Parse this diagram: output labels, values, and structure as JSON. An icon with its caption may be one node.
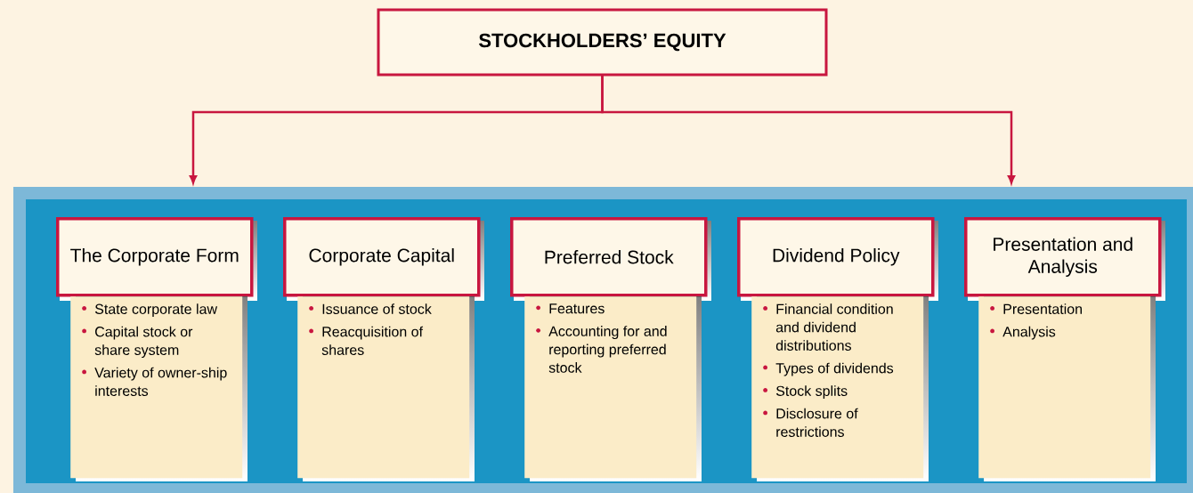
{
  "diagram": {
    "nodes": [
      {
        "text": [
          "STOCKHOLDERS’ EQUITY"
        ]
      },
      {
        "text": [],
        "shape": "box"
      },
      {
        "text": [
          "The Corporate Form"
        ],
        "in": 1
      },
      {
        "text": [
          "State corporate law",
          "Capital stock or share system",
          "Variety of owner-ship interests"
        ],
        "in": 1
      },
      {
        "text": [
          "Corporate Capital"
        ],
        "in": 1
      },
      {
        "text": [
          "Issuance of stock",
          "Reacquisition of shares"
        ],
        "in": 1
      },
      {
        "text": [
          "Preferred Stock"
        ],
        "in": 1
      },
      {
        "text": [
          "Features",
          "Accounting for and reporting preferred stock"
        ],
        "in": 1
      },
      {
        "text": [
          "Dividend Policy"
        ],
        "in": 1
      },
      {
        "text": [
          "Financial condition and dividend distributions",
          "Types of dividends",
          "Stock splits",
          "Disclosure of restrictions"
        ],
        "in": 1
      },
      {
        "text": [
          "Presentation and Analysis"
        ],
        "in": 1
      },
      {
        "text": [
          "Presentation",
          "Analysis"
        ],
        "in": 1
      }
    ],
    "edges": [
      {
        "from": 0,
        "to": 1,
        "arrow": "to"
      },
      {
        "from": 0,
        "to": 1,
        "arrow": "to"
      }
    ]
  }
}
